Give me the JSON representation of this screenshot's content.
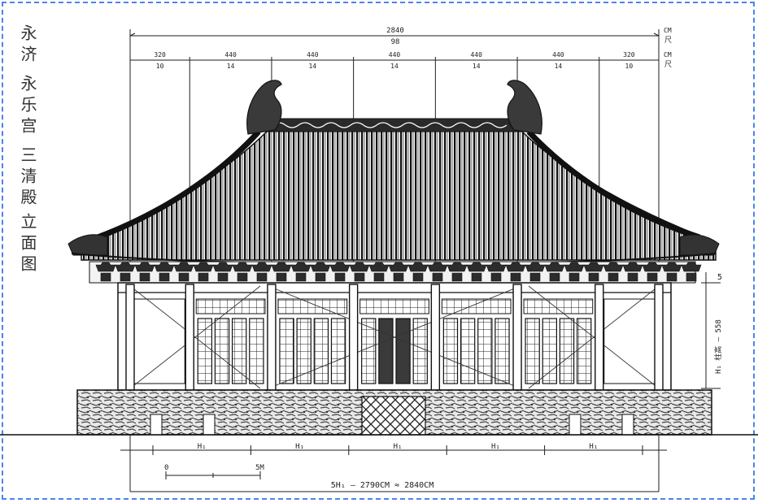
{
  "title_block": {
    "line1": "永济",
    "line2": "永乐宫",
    "line3": "三清殿",
    "line4": "立面图"
  },
  "dimensions": {
    "overall_cm": "2840",
    "overall_chi": "98",
    "unit_cm": "CM",
    "unit_chi": "尺",
    "bays_cm": [
      "320",
      "440",
      "440",
      "440",
      "440",
      "440",
      "320"
    ],
    "bays_chi": [
      "10",
      "14",
      "14",
      "14",
      "14",
      "14",
      "10"
    ],
    "column_height": "H₁ 柱高 — 558",
    "column_height_top": "5",
    "module_labels": [
      "H₁",
      "H₁",
      "H₁",
      "H₁",
      "H₁"
    ],
    "scale_zero": "0",
    "scale_end": "5M",
    "summary": "5H₁ — 2790CM ≈ 2840CM"
  },
  "colors": {
    "ink": "#1e1e1e",
    "frame": "#4a86e8",
    "paper": "#ffffff"
  }
}
